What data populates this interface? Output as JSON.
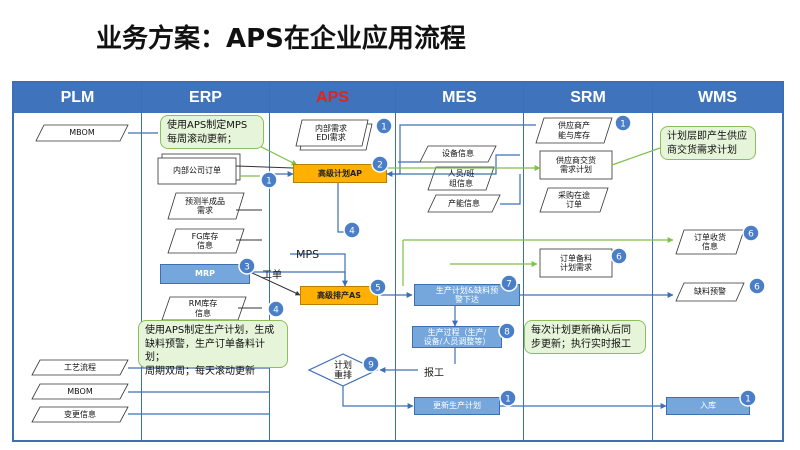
{
  "title": "业务方案：APS在企业应用流程",
  "lanes": [
    "PLM",
    "ERP",
    "APS",
    "MES",
    "SRM",
    "WMS"
  ],
  "colors": {
    "lane_header": "#3f74bd",
    "aps_header_text": "#e2231a",
    "process_blue": "#76a7dc",
    "process_yellow": "#ffb000",
    "note_bg": "#e6f4d9",
    "badge": "#4a7fc8",
    "arrow_green": "#7fbf4a"
  },
  "plm": {
    "mbom_top": "MBOM",
    "process_route": "工艺流程",
    "mbom_bottom": "MBOM",
    "change_info": "变更信息"
  },
  "erp": {
    "internal_orders": "内部公司订单",
    "forecast_semi": "预测半成品\n需求",
    "fg_inventory": "FG库存\n信息",
    "mrp": "MRP",
    "rm_inventory": "RM库存\n信息"
  },
  "aps": {
    "internal_demand": "内部需求\nEDI需求",
    "advanced_planning": "高级计划AP",
    "mps": "MPS",
    "work_order": "工单",
    "advanced_scheduling": "高级排产AS",
    "replan": "计划\n重排"
  },
  "mes": {
    "equipment_info": "设备信息",
    "personnel_team": "人员/班\n组信息",
    "capacity_info": "产能信息",
    "prod_plan_alert": "生产计划&缺料预\n警下达",
    "prod_process": "生产过程（生产/\n设备/人员调整等）",
    "report_work": "报工",
    "update_prod_plan": "更新生产计划"
  },
  "srm": {
    "supplier_capacity": "供应商产\n能与库存",
    "supplier_delivery": "供应商交货\n需求计划",
    "purchase_in_transit": "采购在途\n订单",
    "order_material_demand": "订单备料\n计划需求"
  },
  "wms": {
    "order_receiving": "订单收货\n信息",
    "shortage_alert": "缺料预警",
    "inbound": "入库"
  },
  "notes": {
    "erp_top": "使用APS制定MPS\n每周滚动更新；",
    "erp_bottom": "使用APS制定生产计划，生成\n缺料预警，生产订单备料计划；\n周期双周；每天滚动更新",
    "srm_top": "计划层即产生供应\n商交货需求计划",
    "mes_right": "每次计划更新确认后同\n步更新；执行实时报工"
  },
  "badges": [
    "1",
    "2",
    "1",
    "3",
    "4",
    "5",
    "1",
    "4",
    "6",
    "6",
    "6",
    "7",
    "8",
    "9",
    "1",
    "1"
  ]
}
